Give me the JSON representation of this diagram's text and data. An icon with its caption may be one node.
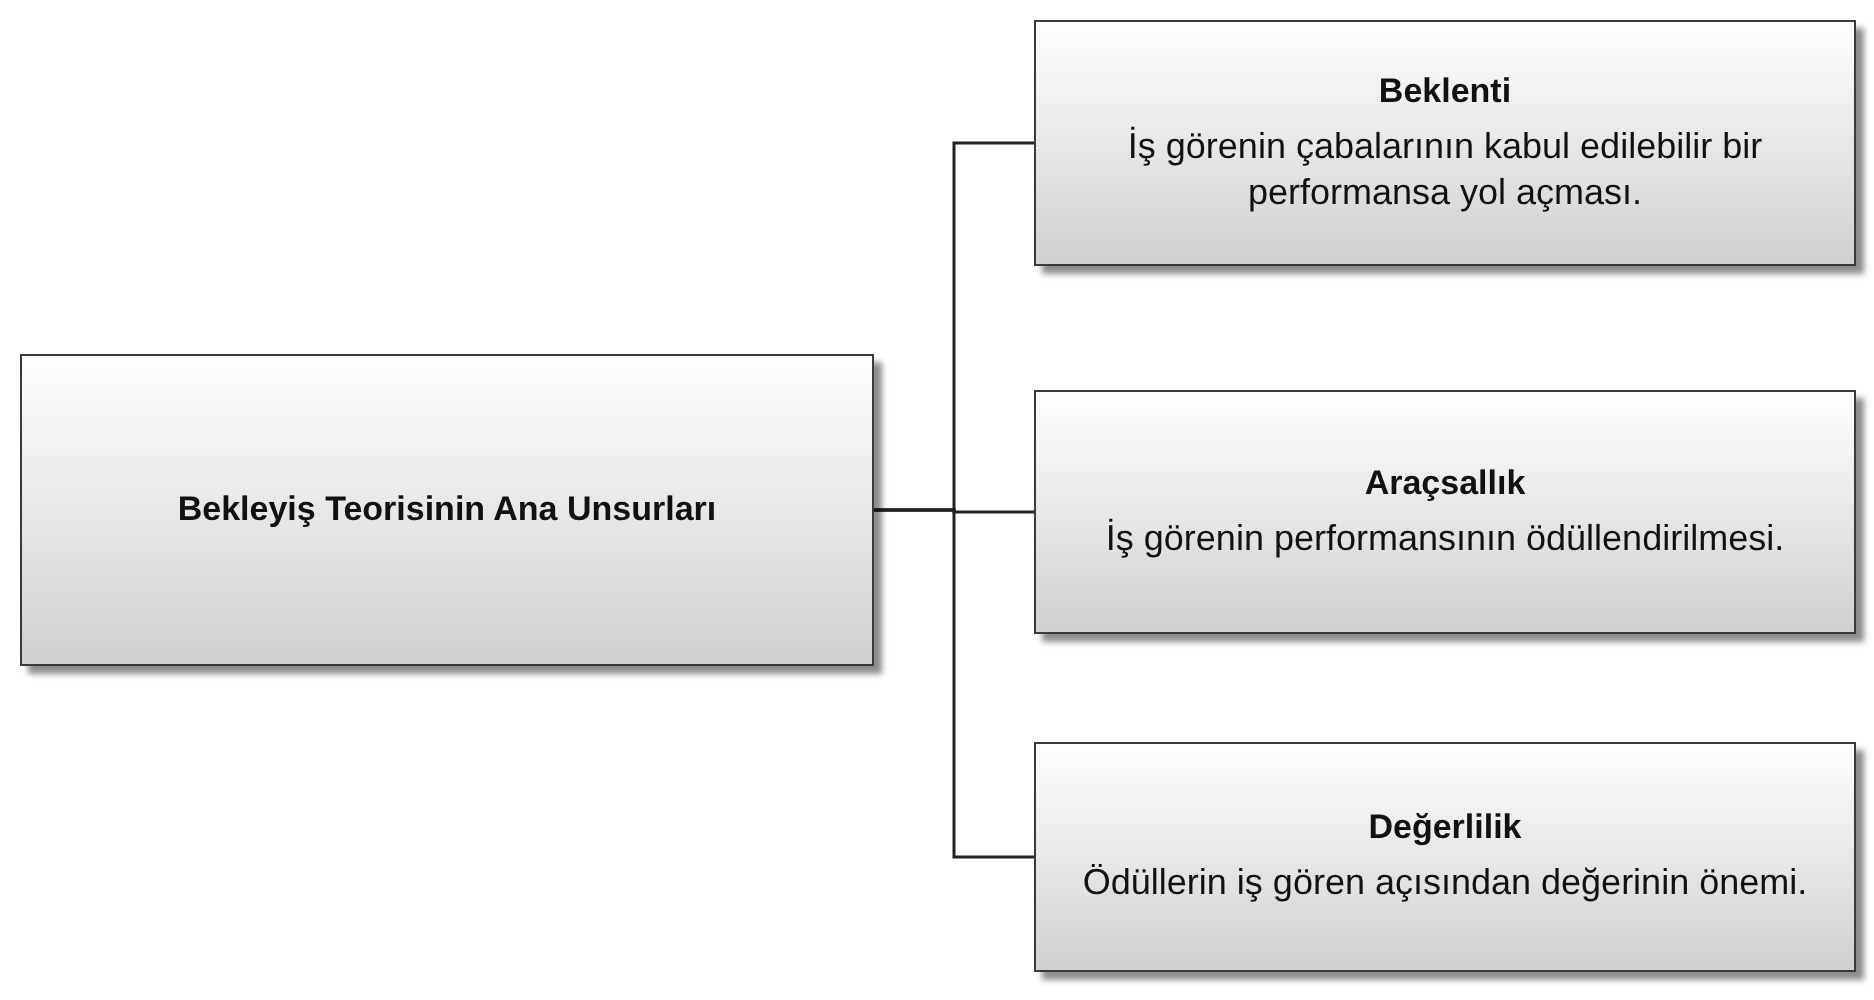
{
  "diagram": {
    "nodes": [
      {
        "text": [
          "Bekleyiş Teorisinin Ana Unsurları"
        ]
      },
      {
        "text": [
          "Beklenti",
          "İş görenin çabalarının kabul edilebilir bir performansa yol açması."
        ]
      },
      {
        "text": [
          "Araçsallık",
          "İş görenin performansının ödüllendirilmesi."
        ]
      },
      {
        "text": [
          "Değerlilik",
          "Ödüllerin iş gören açısından değerinin önemi."
        ]
      }
    ],
    "edges": [
      {
        "from": 0,
        "to": 1,
        "arrow": "none"
      },
      {
        "from": 0,
        "to": 2,
        "arrow": "none"
      },
      {
        "from": 0,
        "to": 3,
        "arrow": "none"
      }
    ]
  }
}
